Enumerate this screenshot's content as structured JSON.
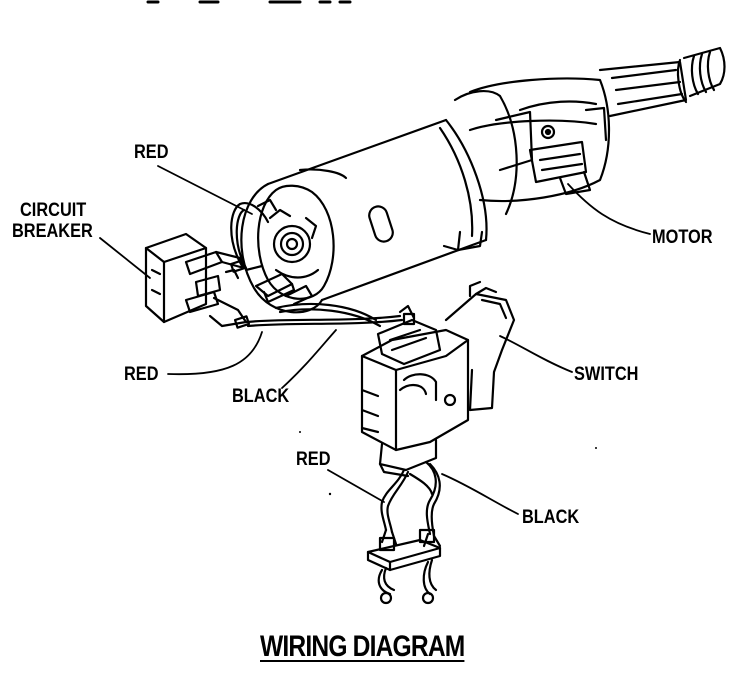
{
  "diagram": {
    "title": "WIRING DIAGRAM",
    "labels": {
      "red_top": "RED",
      "circuit_breaker_line1": "CIRCUIT",
      "circuit_breaker_line2": "BREAKER",
      "motor": "MOTOR",
      "red_left": "RED",
      "black_middle": "BLACK",
      "switch": "SWITCH",
      "red_bottom": "RED",
      "black_bottom": "BLACK"
    },
    "colors": {
      "ink": "#000000",
      "paper": "#ffffff"
    }
  }
}
